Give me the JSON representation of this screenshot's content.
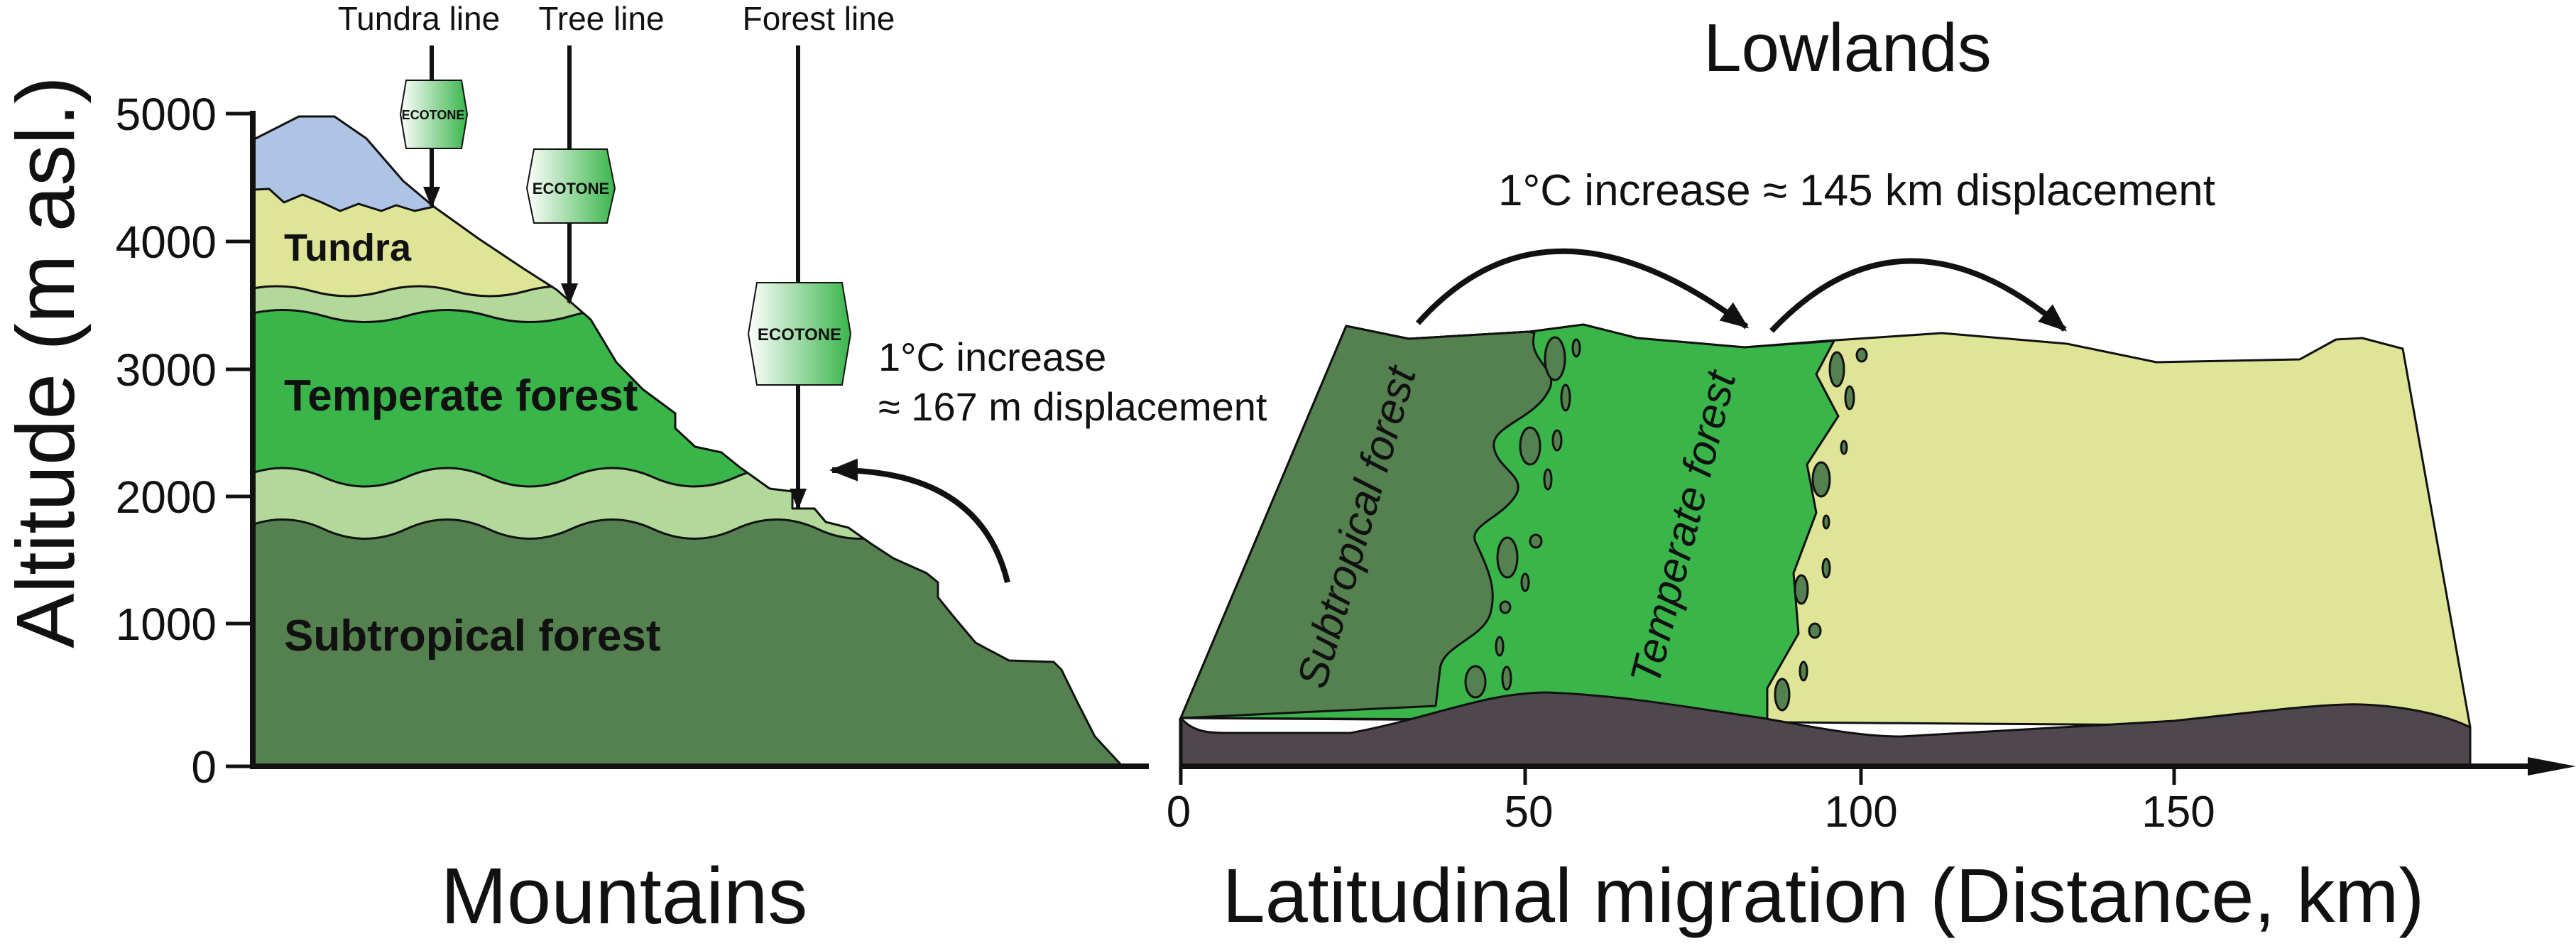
{
  "mountains": {
    "y_axis_label": "Altitude (m asl.)",
    "y_ticks": [
      "5000",
      "4000",
      "3000",
      "2000",
      "1000",
      "0"
    ],
    "x_label": "Mountains",
    "lines": [
      "Tundra line",
      "Tree line",
      "Forest line"
    ],
    "ecotone_label": "ECOTONE",
    "zones": [
      "Tundra",
      "Temperate forest",
      "Subtropical forest"
    ],
    "annotation_line1": "1°C increase",
    "annotation_line2": "≈ 167 m displacement"
  },
  "lowlands": {
    "title": "Lowlands",
    "annotation": "1°C increase ≈ 145 km displacement",
    "x_ticks": [
      "0",
      "50",
      "100",
      "150"
    ],
    "x_label": "Latitudinal migration (Distance, km)",
    "zones": [
      "Subtropical forest",
      "Temperate forest"
    ]
  },
  "colors": {
    "snow": "#aec4e4",
    "tundra": "#dfe597",
    "ecotone": "#b2d99a",
    "temperate": "#39b54a",
    "subtropical": "#55804f",
    "ground": "#4f464e"
  }
}
